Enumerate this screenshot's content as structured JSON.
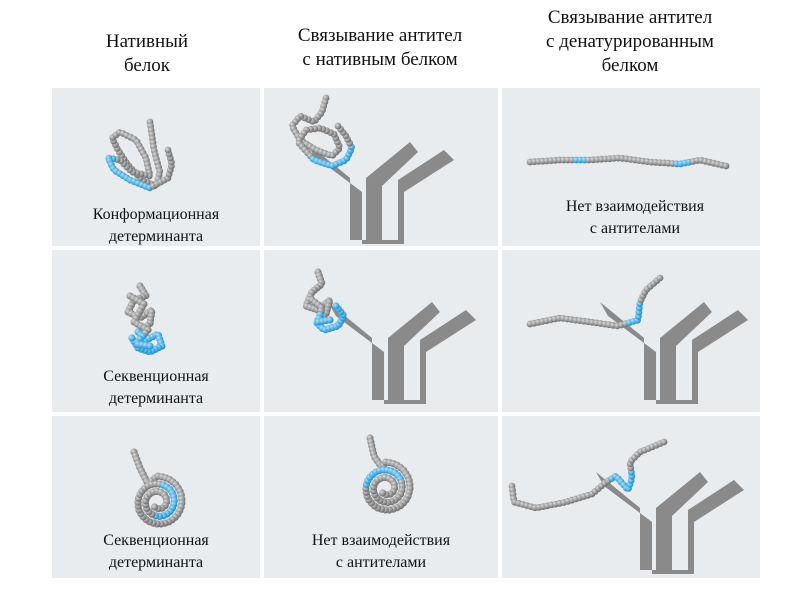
{
  "headers": {
    "native": [
      "Нативный",
      "белок"
    ],
    "bind_native": [
      "Связывание антител",
      "с нативным белком"
    ],
    "bind_denatured": [
      "Связывание антител",
      "с денатурированным",
      "белком"
    ]
  },
  "rows": [
    {
      "native_label": [
        "Конформационная",
        "детерминанта"
      ],
      "native_binding": "bound",
      "denatured_label": [
        "Нет взаимодействия",
        "с антителами"
      ],
      "denatured_binding": "none"
    },
    {
      "native_label": [
        "Секвенционная",
        "детерминанта"
      ],
      "native_binding": "bound",
      "denatured_label": [],
      "denatured_binding": "bound"
    },
    {
      "native_label": [
        "Секвенционная",
        "детерминанта"
      ],
      "native_binding": "none",
      "native_binding_label": [
        "Нет взаимодействия",
        "с антителами"
      ],
      "denatured_label": [],
      "denatured_binding": "bound"
    }
  ],
  "colors": {
    "bead_gray": "#8e8e8e",
    "bead_blue": "#2aa9e8",
    "antibody": "#8a8a8a",
    "cell_bg": "#e9ecef"
  },
  "icons": [
    "protein-chain-icon",
    "antibody-icon"
  ]
}
